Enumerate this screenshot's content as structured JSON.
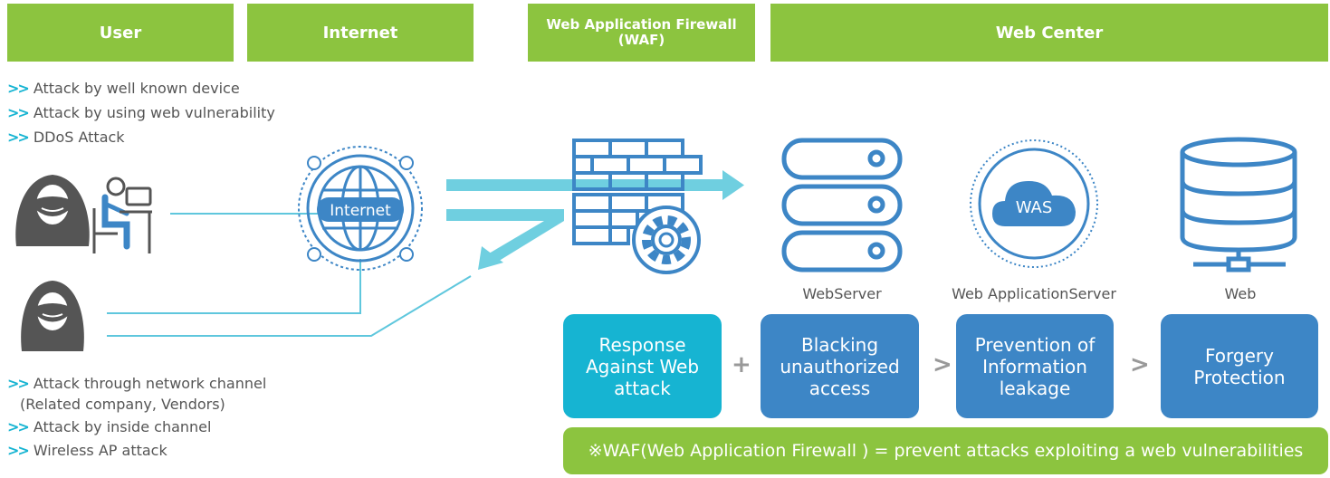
{
  "headers": {
    "user": "User",
    "internet": "Internet",
    "waf": [
      "Web Application Firewall",
      "(WAF)"
    ],
    "web_center": "Web Center"
  },
  "top_attacks": [
    "Attack by well known device",
    "Attack by using web vulnerability",
    "DDoS Attack"
  ],
  "bottom_attacks": [
    "Attack through network channel",
    "(Related company, Vendors)",
    "Attack by inside channel",
    "Wireless AP attack"
  ],
  "bullet_marker": ">>",
  "globe_label": "Internet",
  "was_label": "WAS",
  "server_labels": {
    "web_server": "WebServer",
    "web_app_server": "Web ApplicationServer",
    "web": "Web"
  },
  "boxes": {
    "response": "Response\nAgainst Web\nattack",
    "blocking": "Blacking\nunauthorized\naccess",
    "prevention": "Prevention of\nInformation\nleakage",
    "forgery": "Forgery\nProtection"
  },
  "operators": [
    "+",
    ">",
    ">"
  ],
  "note": "※WAF(Web Application Firewall ) = prevent attacks exploiting a web vulnerabilities",
  "colors": {
    "green": "#8cc43f",
    "cyan": "#16b4d2",
    "blue": "#3d86c6",
    "line": "#5fc7dd",
    "arrow": "#6fcfe0",
    "icon_gray": "#555555",
    "icon_blue": "#3d86c6"
  }
}
